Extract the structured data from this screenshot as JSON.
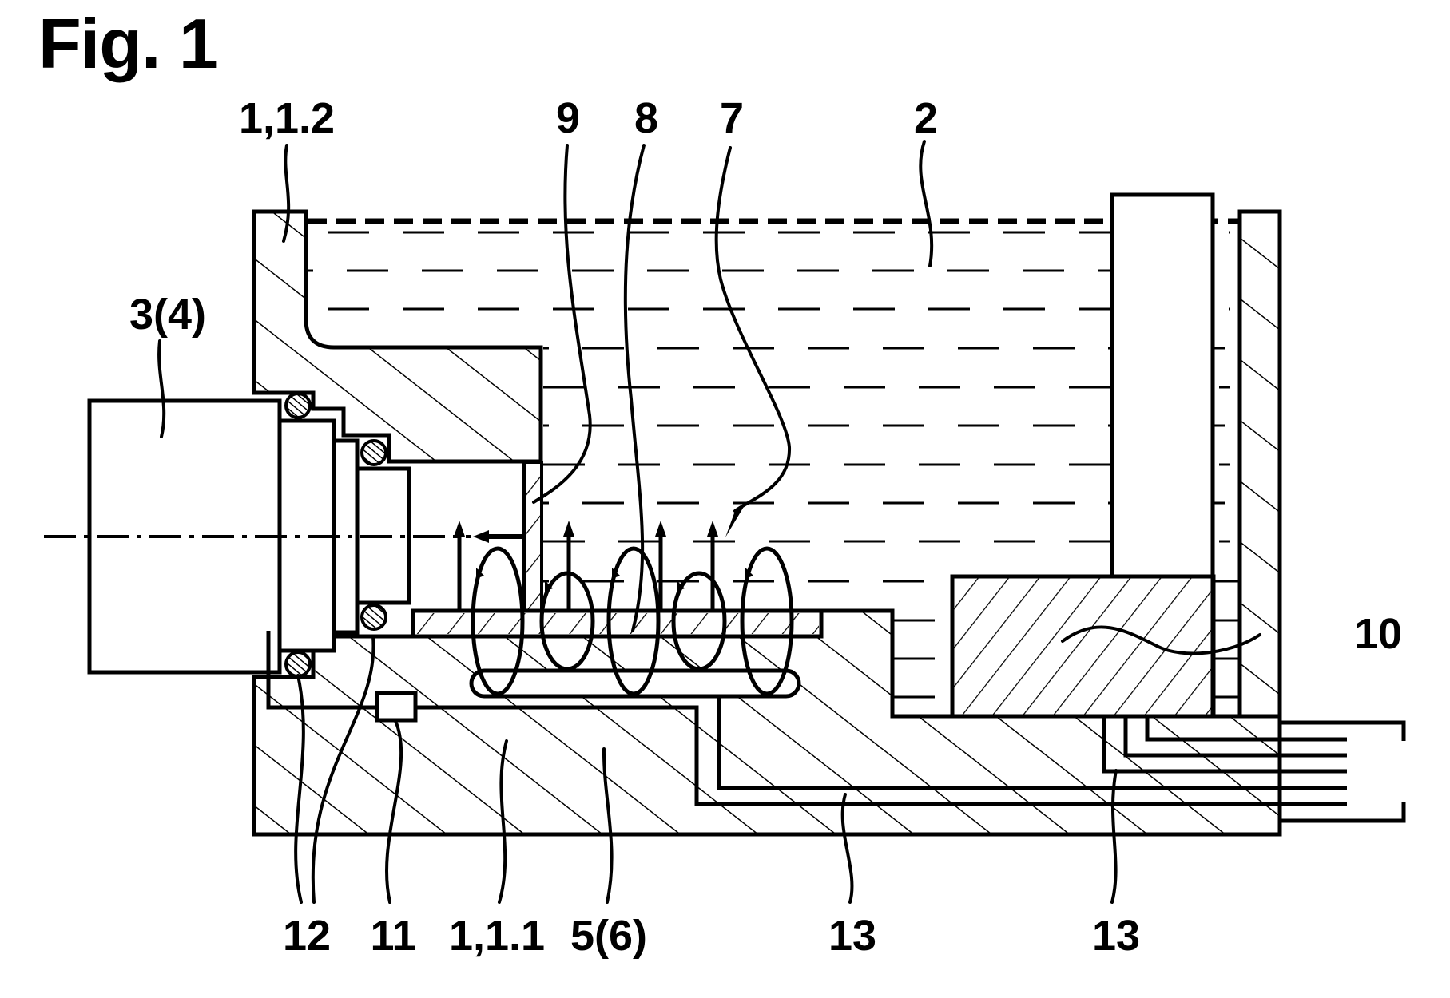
{
  "figure": {
    "title": "Fig. 1",
    "labels": {
      "housing_upper": "1,1.2",
      "plug": "3(4)",
      "wall": "9",
      "plate": "8",
      "flow": "7",
      "liquid": "2",
      "component": "10",
      "seals": "12",
      "channel": "11",
      "housing_lower": "1,1.1",
      "coil": "5(6)",
      "lines_a": "13",
      "lines_b": "13"
    }
  },
  "colors": {
    "ink": "#000000",
    "paper": "#ffffff"
  }
}
